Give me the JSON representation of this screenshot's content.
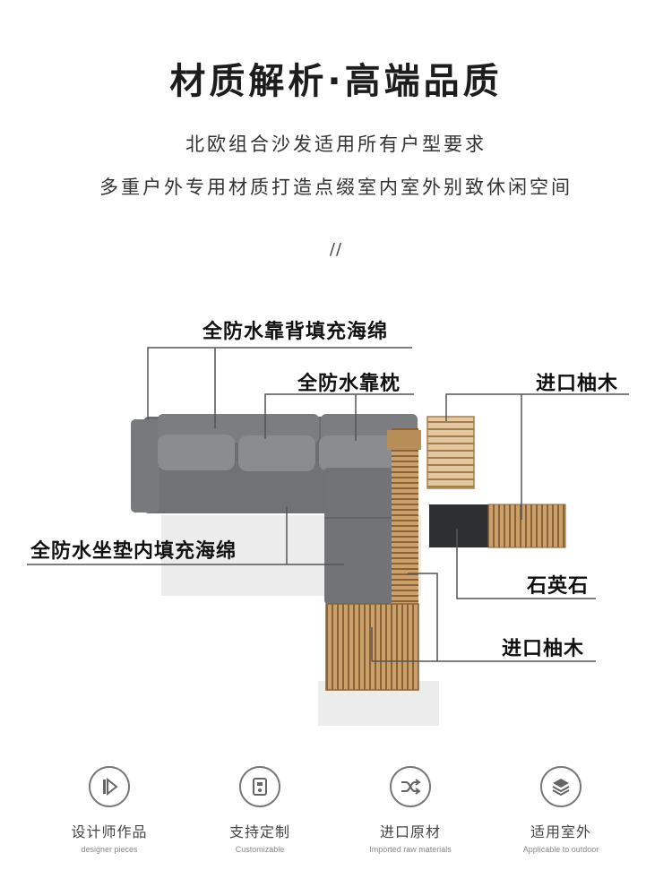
{
  "header": {
    "title": "材质解析·高端品质",
    "subtitle_1": "北欧组合沙发适用所有户型要求",
    "subtitle_2": "多重户外专用材质打造点缀室内室外别致休闲空间",
    "divider": "//"
  },
  "callouts": {
    "backrest": "全防水靠背填充海绵",
    "pillow": "全防水靠枕",
    "teak_top": "进口柚木",
    "seat": "全防水坐垫内填充海绵",
    "quartz": "石英石",
    "teak_bottom": "进口柚木"
  },
  "features": [
    {
      "label": "设计师作品",
      "sublabel": "designer pieces",
      "icon": "play-square-icon"
    },
    {
      "label": "支持定制",
      "sublabel": "Customizable",
      "icon": "customize-panel-icon"
    },
    {
      "label": "进口原材",
      "sublabel": "Imported raw materials",
      "icon": "shuffle-arrows-icon"
    },
    {
      "label": "适用室外",
      "sublabel": "Applicable to outdoor",
      "icon": "layers-icon"
    }
  ],
  "colors": {
    "fabric": "#6f7174",
    "teak": "#c9a06a",
    "quartz": "#2e3032",
    "line": "#555555"
  }
}
